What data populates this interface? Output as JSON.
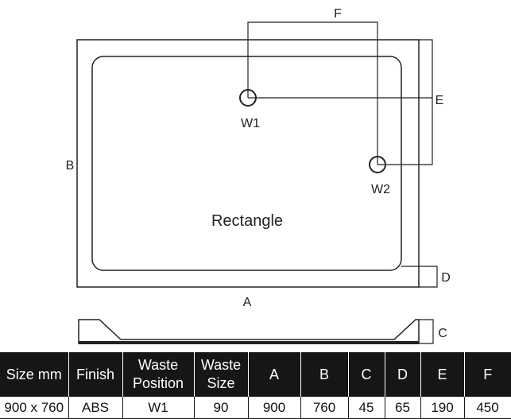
{
  "diagram": {
    "shape_label": "Rectangle",
    "wastes": [
      {
        "label": "W1"
      },
      {
        "label": "W2"
      }
    ],
    "dimension_labels": {
      "a": "A",
      "b": "B",
      "c": "C",
      "d": "D",
      "e": "E",
      "f": "F"
    }
  },
  "table": {
    "headers": [
      [
        "Size mm"
      ],
      [
        "Finish"
      ],
      [
        "Waste",
        "Position"
      ],
      [
        "Waste",
        "Size"
      ],
      [
        "A"
      ],
      [
        "B"
      ],
      [
        "C"
      ],
      [
        "D"
      ],
      [
        "E"
      ],
      [
        "F"
      ]
    ],
    "rows": [
      [
        "900 x 760",
        "ABS",
        "W1",
        "90",
        "900",
        "760",
        "45",
        "65",
        "190",
        "450"
      ]
    ]
  },
  "colors": {
    "outline": "#222222",
    "tray_fill": "#ffffff",
    "header_background": "#161616",
    "header_text": "#ffffff"
  }
}
